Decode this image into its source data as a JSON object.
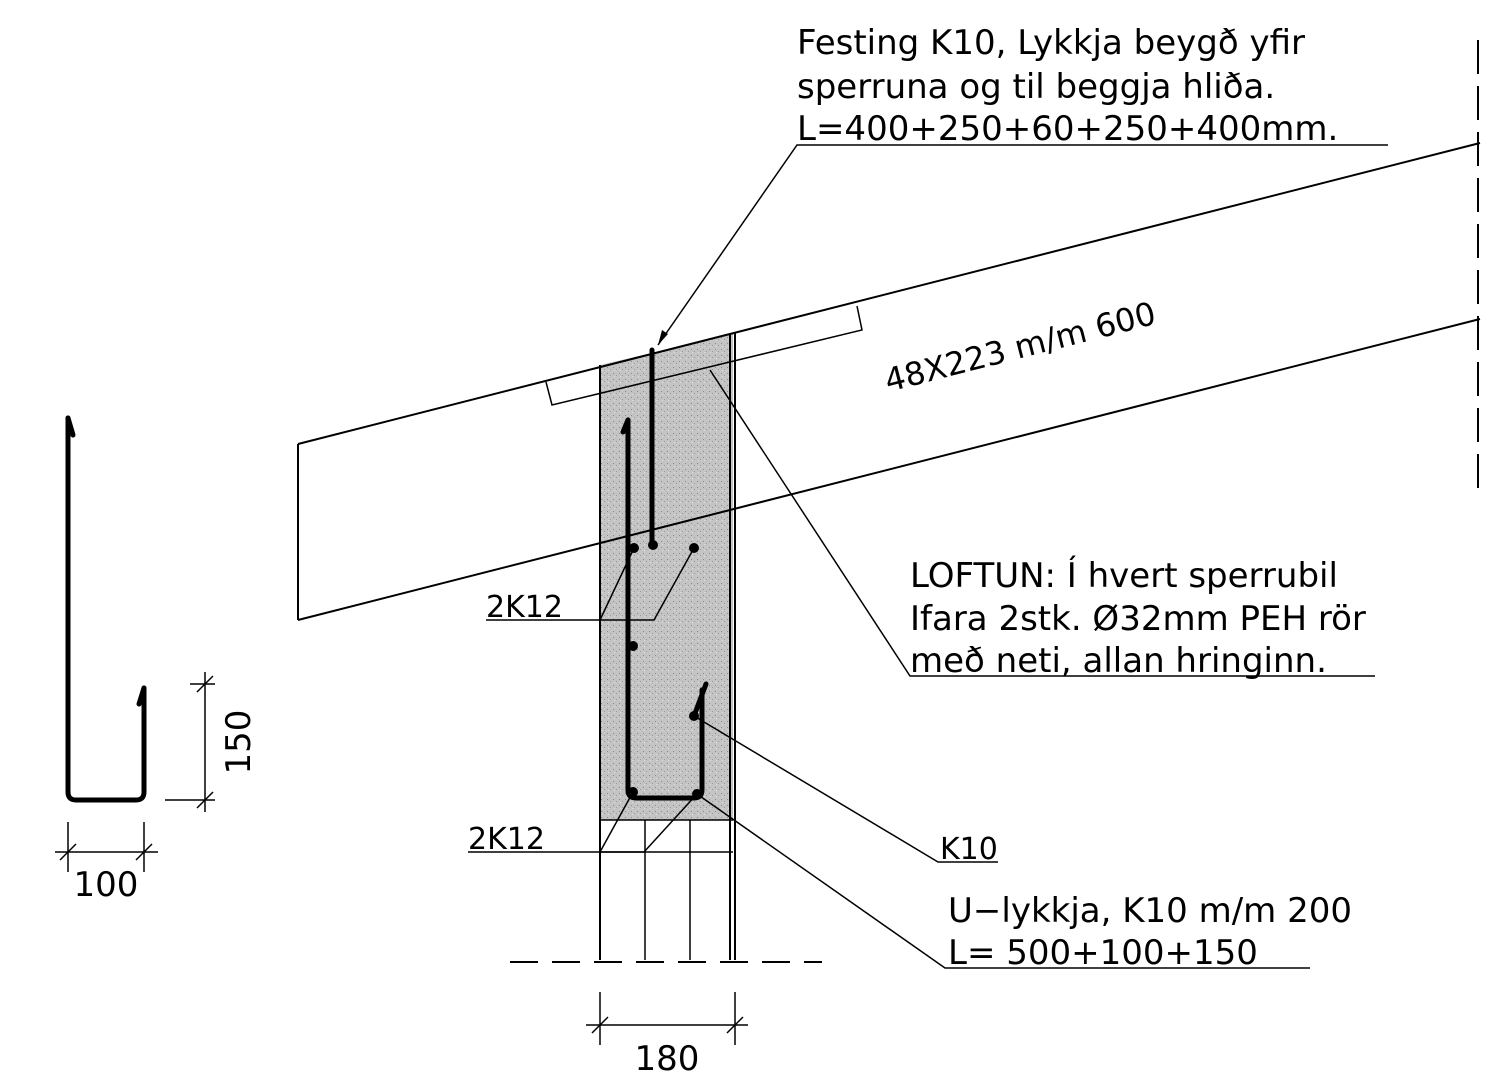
{
  "notes": {
    "festing": {
      "line1": "Festing K10, Lykkja beygð yfir",
      "line2": "sperruna og til beggja  hliða.",
      "line3": "L=400+250+60+250+400mm."
    },
    "rafter": "48X223 m/m 600",
    "loftun": {
      "line1": "LOFTUN:  Í hvert  sperrubil",
      "line2": "Ifara 2stk. Ø32mm PEH rör",
      "line3": "með neti, allan hringinn."
    },
    "bars_upper": "2K12",
    "bars_lower": "2K12",
    "k10": "K10",
    "ulykkja": {
      "line1": "U−lykkja, K10 m/m 200",
      "line2": "L= 500+100+150"
    }
  },
  "dimensions": {
    "wall_width": "180",
    "ushape_width": "100",
    "ushape_leg": "150"
  },
  "colors": {
    "line": "#000000",
    "concrete": "#bdbdbd",
    "background": "#ffffff"
  }
}
